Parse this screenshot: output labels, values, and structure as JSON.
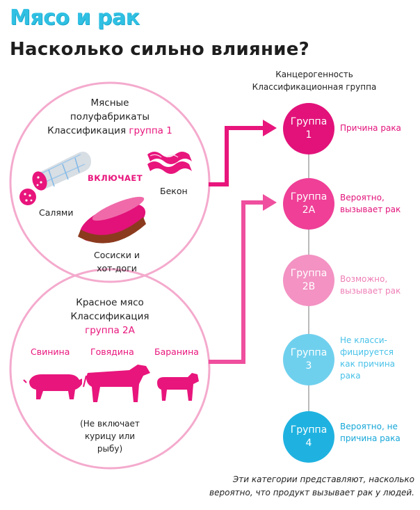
{
  "header": {
    "title": "Мясо и рак",
    "subtitle": "Насколько сильно влияние?"
  },
  "carcinogenicity": {
    "line1": "Канцерогенность",
    "line2": "Классификационная группа"
  },
  "processed_meat": {
    "line1": "Мясные",
    "line2": "полуфабрикаты",
    "class_label": "Классификация",
    "group_label": "группа 1",
    "includes": "ВКЛЮЧАЕТ",
    "salami": "Салями",
    "bacon": "Бекон",
    "sausages_line1": "Сосиски и",
    "sausages_line2": "хот-доги"
  },
  "red_meat": {
    "line1": "Красное мясо",
    "line2": "Классификация",
    "group_label": "группа 2A",
    "pork": "Свинина",
    "beef": "Говядина",
    "lamb": "Баранина",
    "note_line1": "(Не включает",
    "note_line2": "курицу или",
    "note_line3": "рыбу)"
  },
  "groups": [
    {
      "name": "Группа",
      "code": "1",
      "desc_line1": "Причина рака",
      "desc_line2": "",
      "desc_line3": "",
      "desc_line4": "",
      "color": "#e2127a",
      "desc_color": "#e2127a"
    },
    {
      "name": "Группа",
      "code": "2A",
      "desc_line1": "Вероятно,",
      "desc_line2": "вызывает рак",
      "desc_line3": "",
      "desc_line4": "",
      "color": "#ef3f97",
      "desc_color": "#e2127a"
    },
    {
      "name": "Группа",
      "code": "2B",
      "desc_line1": "Возможно,",
      "desc_line2": "вызывает рак",
      "desc_line3": "",
      "desc_line4": "",
      "color": "#f392c3",
      "desc_color": "#ee7fb6"
    },
    {
      "name": "Группа",
      "code": "3",
      "desc_line1": "Не класси-",
      "desc_line2": "фицируется",
      "desc_line3": "как причина",
      "desc_line4": "рака",
      "color": "#6fd0ee",
      "desc_color": "#47c1e8"
    },
    {
      "name": "Группа",
      "code": "4",
      "desc_line1": "Вероятно, не",
      "desc_line2": "причина рака",
      "desc_line3": "",
      "desc_line4": "",
      "color": "#1fb2e0",
      "desc_color": "#16a7d8"
    }
  ],
  "footer": {
    "line1": "Эти категории представляют, насколько",
    "line2": "вероятно, что продукт вызывает рак у людей."
  }
}
